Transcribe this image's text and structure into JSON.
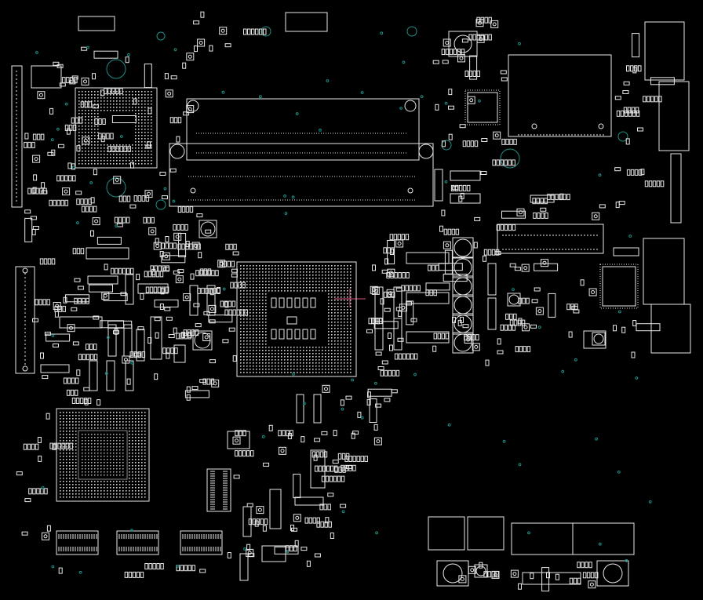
{
  "view": {
    "title": "",
    "background": "#000000",
    "outline_color": "#e8e8e8",
    "via_color": "#1f8f86",
    "cursor_color": "#d9507a"
  },
  "components": [
    {
      "name": "bga-chip-top-left",
      "kind": "bga"
    },
    {
      "name": "bga-chip-center-cpu-socket",
      "kind": "bga"
    },
    {
      "name": "bga-chip-bottom-left",
      "kind": "bga"
    },
    {
      "name": "dimm-slot-upper",
      "kind": "dimm"
    },
    {
      "name": "dimm-slot-lower",
      "kind": "dimm"
    },
    {
      "name": "large-ic-top-right",
      "kind": "ic"
    },
    {
      "name": "qfn-chip-top-center",
      "kind": "qfn"
    },
    {
      "name": "qfn-chip-right",
      "kind": "qfn"
    },
    {
      "name": "edge-connector-left",
      "kind": "connector"
    },
    {
      "name": "edge-connector-left-mid",
      "kind": "connector"
    },
    {
      "name": "connector-right-mid",
      "kind": "connector"
    },
    {
      "name": "memory-chips-bottom",
      "kind": "tsop"
    },
    {
      "name": "usb-ports-bottom-right",
      "kind": "port"
    },
    {
      "name": "ethernet-jacks-right",
      "kind": "port"
    }
  ]
}
